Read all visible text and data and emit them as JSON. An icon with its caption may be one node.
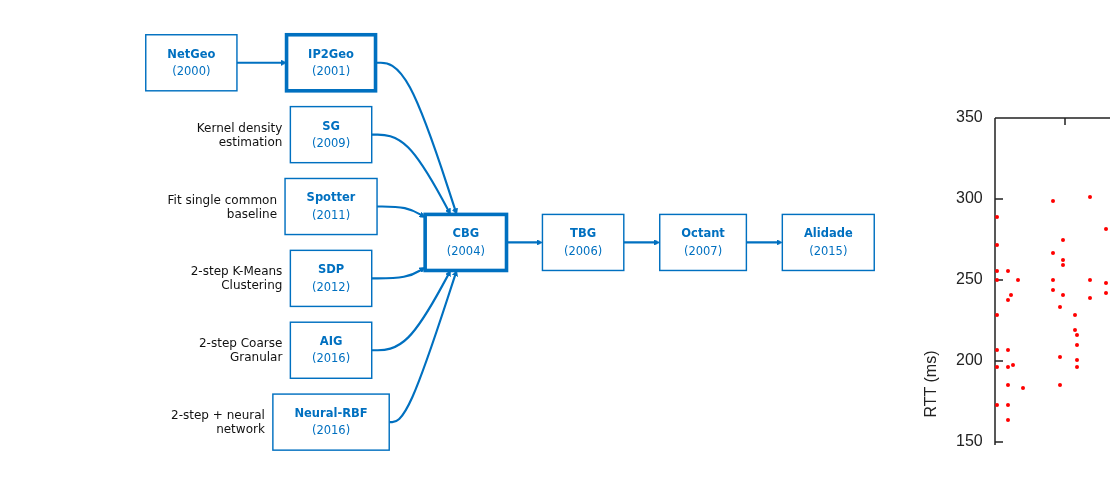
{
  "diagram": {
    "nodes": [
      {
        "text": [
          "NetGeo",
          "(2000)"
        ]
      },
      {
        "text": [
          "IP2Geo",
          "(2001)"
        ]
      },
      {
        "text": [
          "CBG",
          "(2004)"
        ]
      },
      {
        "text": [
          "TBG",
          "(2006)"
        ]
      },
      {
        "text": [
          "Octant",
          "(2007)"
        ]
      },
      {
        "text": [
          "Alidade",
          "(2015)"
        ]
      },
      {
        "text": [
          "SG",
          "(2009)"
        ],
        "beside": [
          "Kernel density estimation"
        ]
      },
      {
        "text": [
          "Spotter",
          "(2011)"
        ],
        "beside": [
          "Fit single common baseline"
        ]
      },
      {
        "text": [
          "SDP",
          "(2012)"
        ],
        "beside": [
          "2-step K-Means Clustering"
        ]
      },
      {
        "text": [
          "AIG",
          "(2016)"
        ],
        "beside": [
          "2-step Coarse Granular"
        ]
      },
      {
        "text": [
          "Neural-RBF",
          "(2016)"
        ],
        "beside": [
          "2-step + neural network"
        ]
      }
    ],
    "edges": [
      {
        "from": 0,
        "to": 1,
        "arrow": "to"
      },
      {
        "from": 1,
        "to": 2,
        "arrow": "to"
      },
      {
        "from": 2,
        "to": 3,
        "arrow": "to"
      },
      {
        "from": 3,
        "to": 4,
        "arrow": "to"
      },
      {
        "from": 4,
        "to": 5,
        "arrow": "to"
      },
      {
        "from": 6,
        "to": 2,
        "arrow": "to"
      },
      {
        "from": 7,
        "to": 2,
        "arrow": "to"
      },
      {
        "from": 8,
        "to": 2,
        "arrow": "to"
      },
      {
        "from": 9,
        "to": 2,
        "arrow": "to"
      },
      {
        "from": 10,
        "to": 2,
        "arrow": "to"
      }
    ],
    "labels": [
      "350",
      "300",
      "250",
      "200",
      "150",
      "RTT (ms)"
    ]
  }
}
